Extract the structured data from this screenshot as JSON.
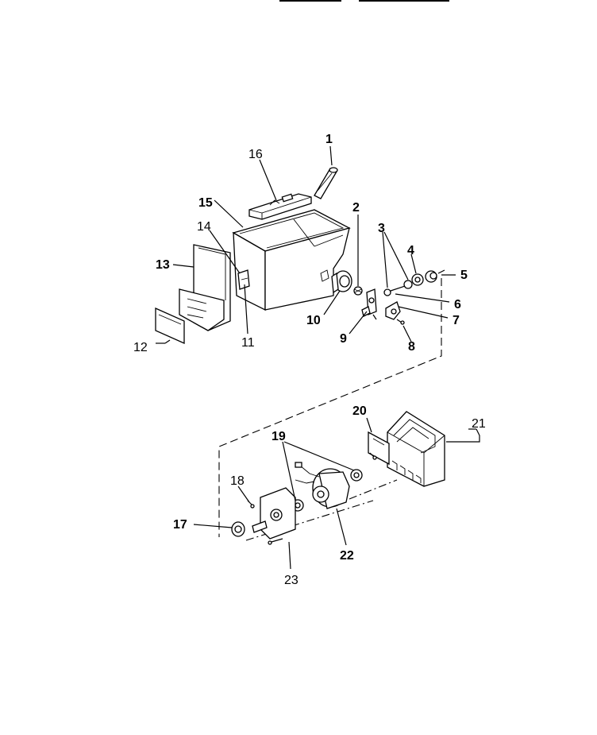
{
  "diagram": {
    "labels": {
      "p1": "1",
      "p2": "2",
      "p3": "3",
      "p4": "4",
      "p5": "5",
      "p6": "6",
      "p7": "7",
      "p8": "8",
      "p9": "9",
      "p10": "10",
      "p11": "11",
      "p12": "12",
      "p13": "13",
      "p14": "14",
      "p15": "15",
      "p16": "16",
      "p17": "17",
      "p18": "18",
      "p19": "19",
      "p20": "20",
      "p21": "21",
      "p22": "22",
      "p23": "23"
    }
  }
}
